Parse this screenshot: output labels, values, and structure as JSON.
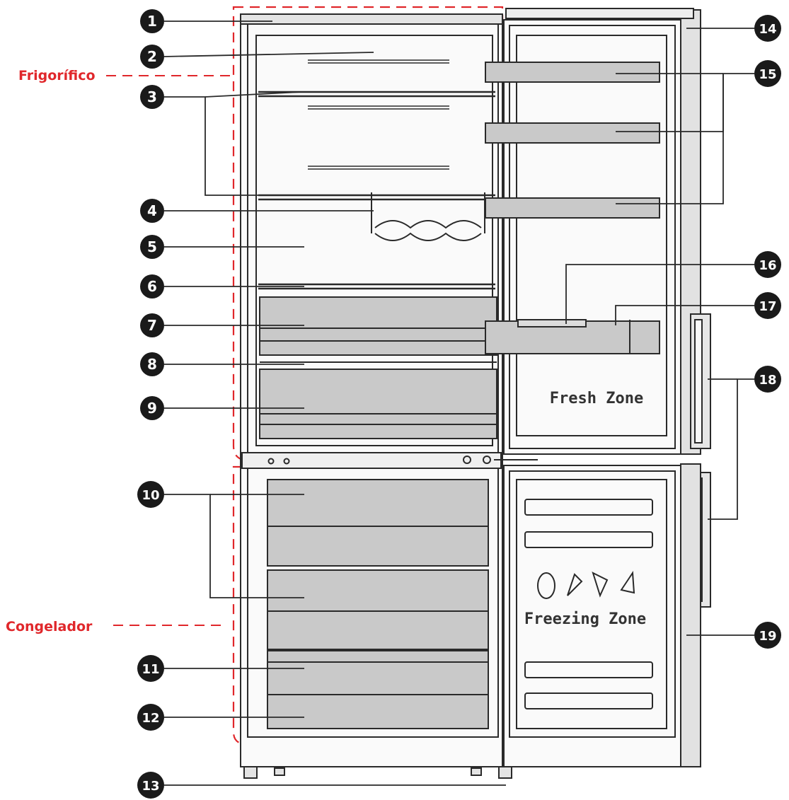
{
  "zones": {
    "fridge_label": "Frigorífico",
    "freezer_label": "Congelador",
    "label_color": "#e0272b"
  },
  "door_labels": {
    "fresh": "Fresh Zone",
    "freezing": "Freezing Zone"
  },
  "callouts": [
    "1",
    "2",
    "3",
    "4",
    "5",
    "6",
    "7",
    "8",
    "9",
    "10",
    "11",
    "12",
    "13",
    "14",
    "15",
    "16",
    "17",
    "18",
    "19"
  ],
  "colors": {
    "line": "#2a2a2a",
    "tray": "#c9c9c9",
    "dash": "#e0272b",
    "badge": "#1a1a1a"
  }
}
